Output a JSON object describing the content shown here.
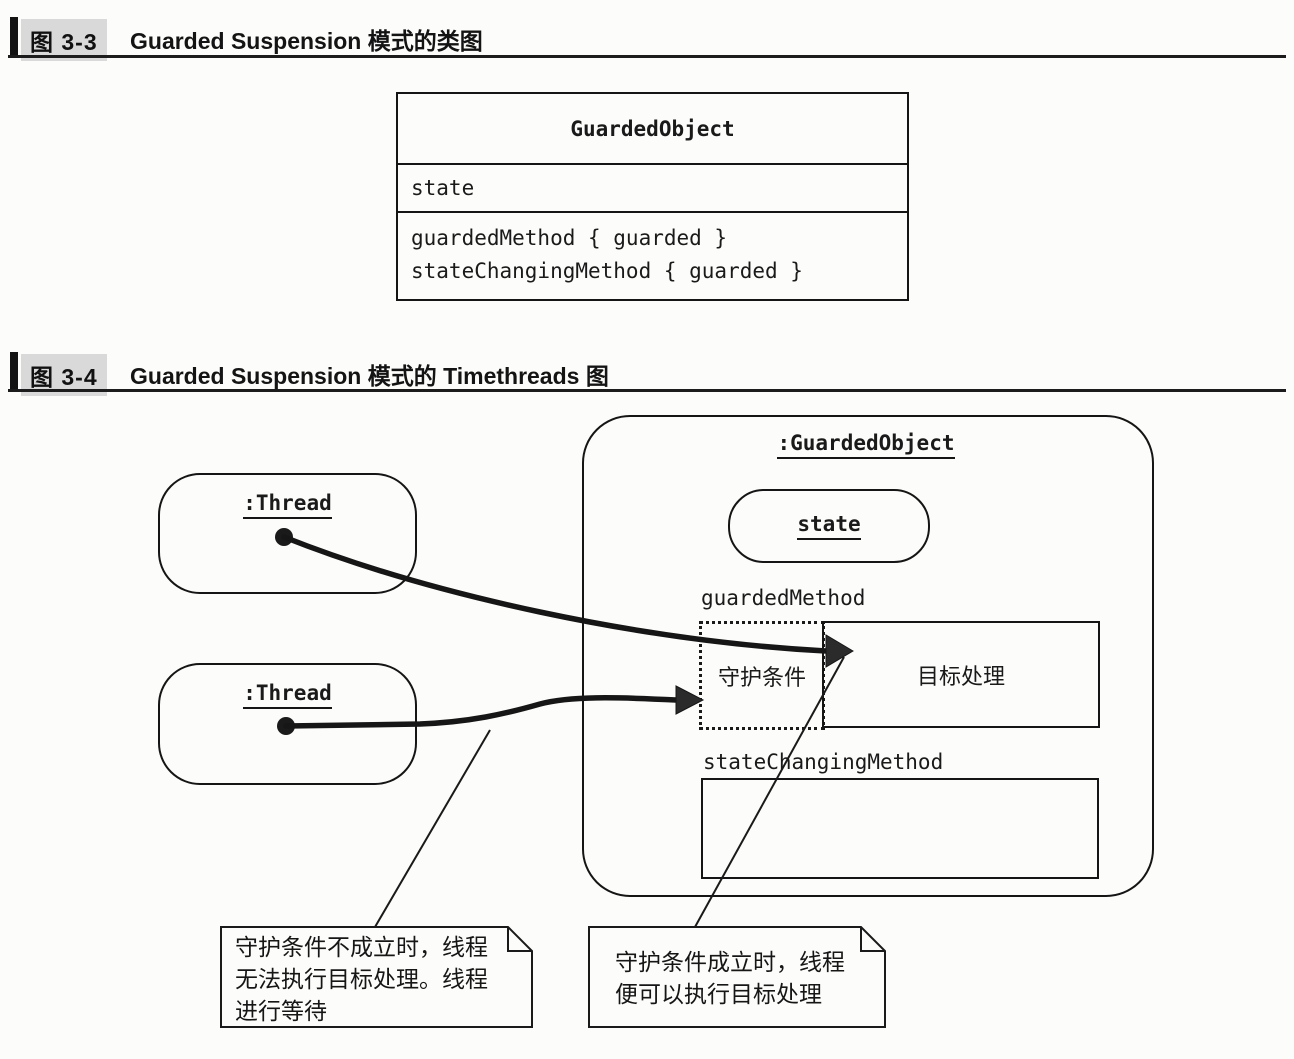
{
  "colors": {
    "ink": "#1a1a1a",
    "badge_bg": "#d9d9d9",
    "page_bg": "#fcfcfa"
  },
  "fig33": {
    "label": "图 3-3",
    "title": "Guarded Suspension 模式的类图",
    "class": {
      "name": "GuardedObject",
      "attributes": [
        "state"
      ],
      "methods": [
        "guardedMethod { guarded }",
        "stateChangingMethod { guarded }"
      ]
    }
  },
  "fig34": {
    "label": "图 3-4",
    "title": "Guarded Suspension 模式的 Timethreads 图",
    "threads": [
      {
        "label": ":Thread"
      },
      {
        "label": ":Thread"
      }
    ],
    "object": {
      "title": ":GuardedObject",
      "state": "state",
      "guarded_method": "guardedMethod",
      "guard_condition": "守护条件",
      "target_processing": "目标处理",
      "state_changing_method": "stateChangingMethod"
    },
    "notes": [
      {
        "lines": [
          "守护条件不成立时，线程",
          "无法执行目标处理。线程",
          "进行等待"
        ]
      },
      {
        "lines": [
          "守护条件成立时，线程",
          "便可以执行目标处理"
        ]
      }
    ]
  }
}
